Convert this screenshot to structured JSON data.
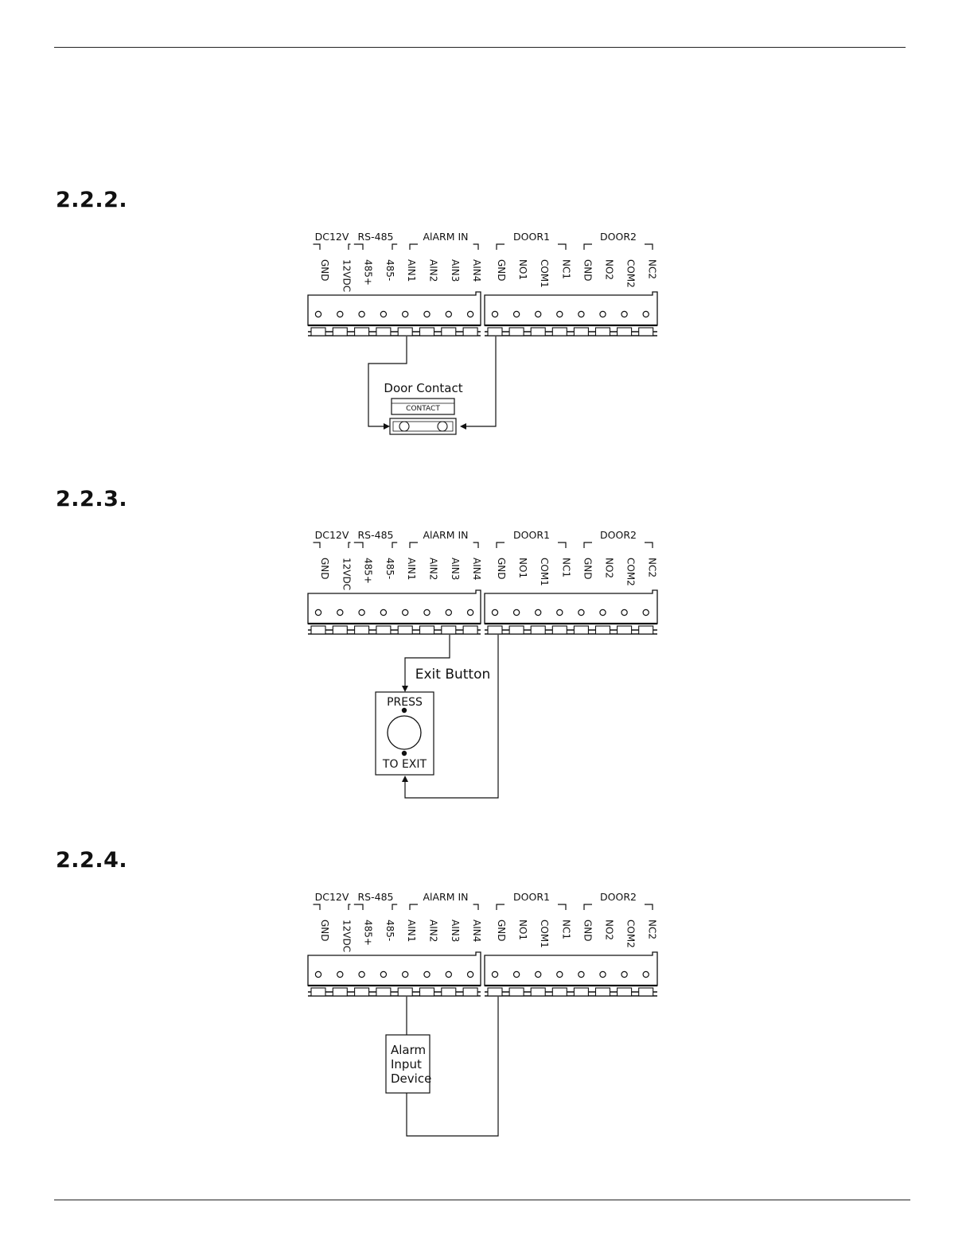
{
  "sections": [
    {
      "number": "2.2.2.",
      "device_label": "Door Contact",
      "device_inner_label": "CONTACT"
    },
    {
      "number": "2.2.3.",
      "device_label": "Exit Button",
      "device_text_top": "PRESS",
      "device_text_bottom": "TO EXIT"
    },
    {
      "number": "2.2.4.",
      "device_label_lines": [
        "Alarm",
        "Input",
        "Device"
      ]
    }
  ],
  "terminal_block": {
    "groups": [
      "DC12V",
      "RS-485",
      "AlARM IN",
      "DOOR1",
      "DOOR2"
    ],
    "terminals": [
      "GND",
      "12VDC",
      "485+",
      "485-",
      "AIN1",
      "AIN2",
      "AIN3",
      "AIN4",
      "GND",
      "NO1",
      "COM1",
      "NC1",
      "GND",
      "NO2",
      "COM2",
      "NC2"
    ]
  }
}
